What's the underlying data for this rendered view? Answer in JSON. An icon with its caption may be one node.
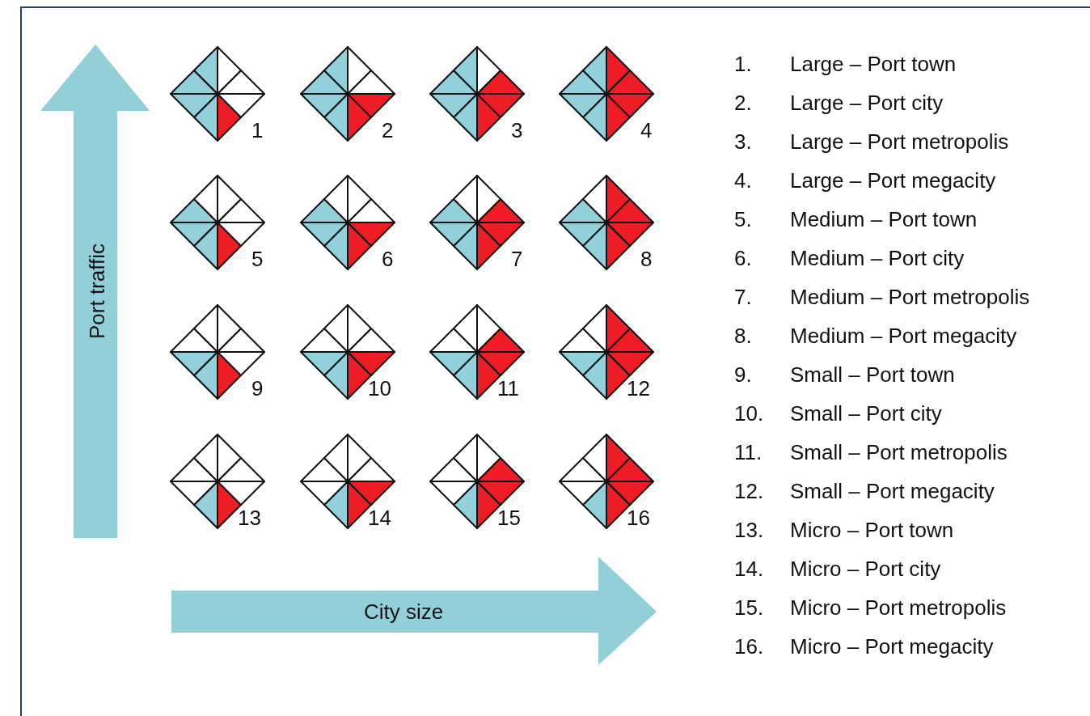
{
  "diagram": {
    "labels": [
      "Port traffic",
      "1",
      "2",
      "3",
      "4",
      "5",
      "6",
      "7",
      "8",
      "9",
      "10",
      "11",
      "12",
      "13",
      "14",
      "15",
      "16",
      "City size",
      "1.",
      "Large – Port town",
      "2.",
      "Large – Port city",
      "3.",
      "Large – Port metropolis",
      "4.",
      "Large – Port megacity",
      "5.",
      "Medium – Port town",
      "6.",
      "Medium – Port city",
      "7.",
      "Medium – Port metropolis",
      "8.",
      "Medium – Port megacity",
      "9.",
      "Small – Port town",
      "10.",
      "Small – Port city",
      "11.",
      "Small – Port metropolis",
      "12.",
      "Small – Port megacity",
      "13.",
      "Micro – Port town",
      "14.",
      "Micro – Port city",
      "15.",
      "Micro – Port metropolis",
      "16.",
      "Micro – Port megacity"
    ]
  }
}
